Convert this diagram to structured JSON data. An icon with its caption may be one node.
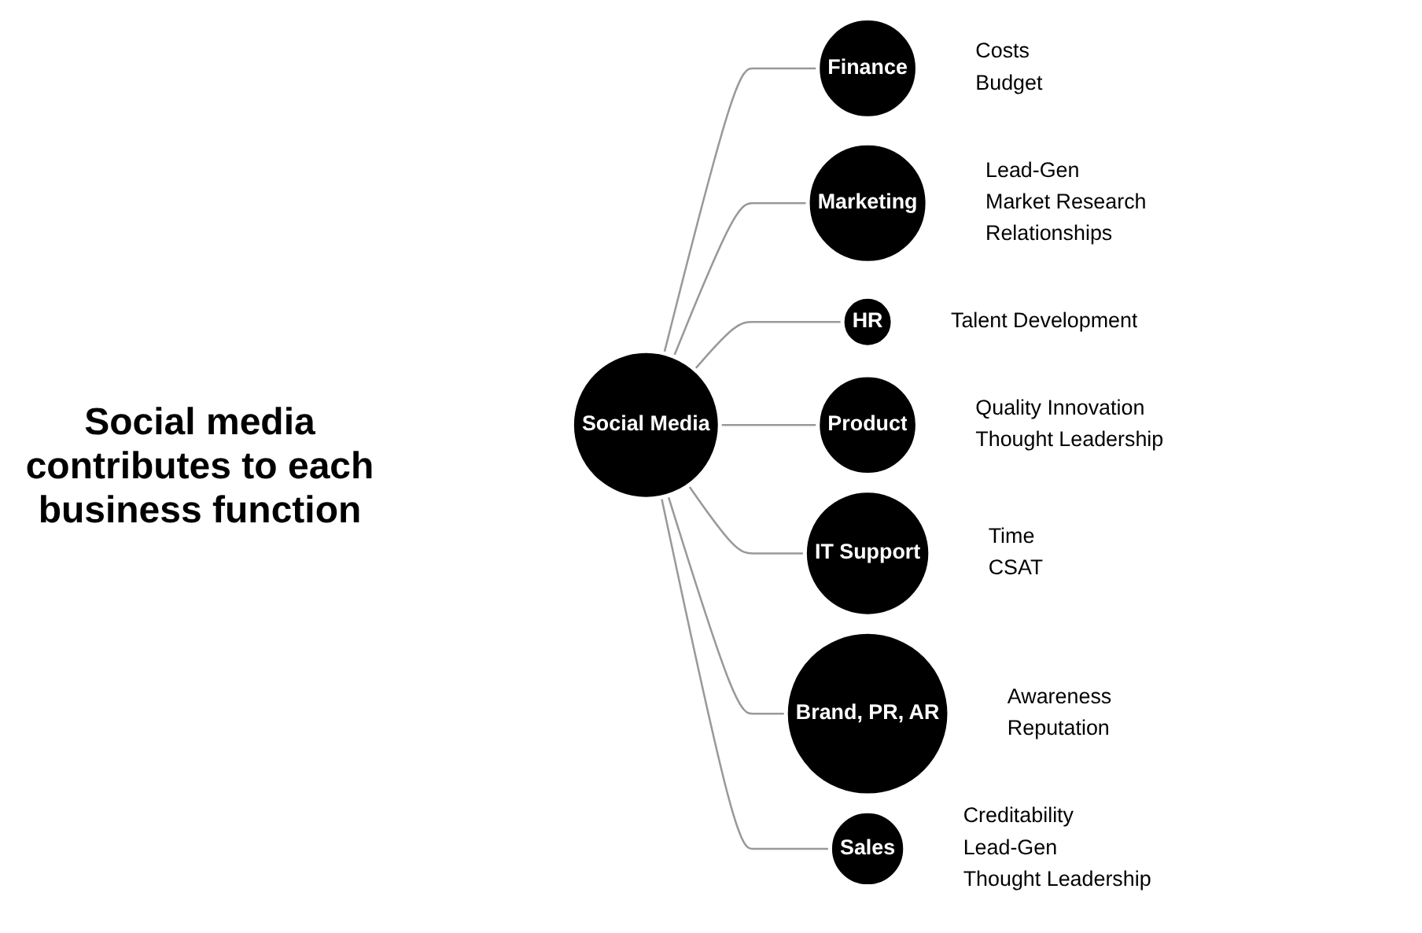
{
  "diagram": {
    "title": "Social media contributes to each business function",
    "nodes": [
      {
        "text": [
          "Finance"
        ],
        "beside": [
          "Costs",
          "Budget"
        ]
      },
      {
        "text": [
          "Marketing"
        ],
        "beside": [
          "Lead-Gen",
          "Market Research",
          "Relationships"
        ]
      },
      {
        "text": [
          "HR"
        ],
        "beside": [
          "Talent Development"
        ]
      },
      {
        "text": [
          "Product"
        ],
        "beside": [
          "Quality Innovation",
          "Thought Leadership"
        ]
      },
      {
        "text": [
          "Social Media"
        ]
      },
      {
        "text": [
          "IT Support"
        ],
        "beside": [
          "Time",
          "CSAT"
        ]
      },
      {
        "text": [
          "Brand, PR, AR"
        ],
        "beside": [
          "Awareness",
          "Reputation"
        ]
      },
      {
        "text": [
          "Sales"
        ],
        "beside": [
          "Creditability",
          "Lead-Gen",
          "Thought Leadership"
        ]
      }
    ],
    "edges": [
      {
        "from": 4,
        "to": 0,
        "arrow": "none"
      },
      {
        "from": 4,
        "to": 1,
        "arrow": "none"
      },
      {
        "from": 4,
        "to": 2,
        "arrow": "none"
      },
      {
        "from": 4,
        "to": 3,
        "arrow": "none"
      },
      {
        "from": 4,
        "to": 5,
        "arrow": "none"
      },
      {
        "from": 4,
        "to": 6,
        "arrow": "none"
      },
      {
        "from": 4,
        "to": 7,
        "arrow": "none"
      }
    ]
  }
}
